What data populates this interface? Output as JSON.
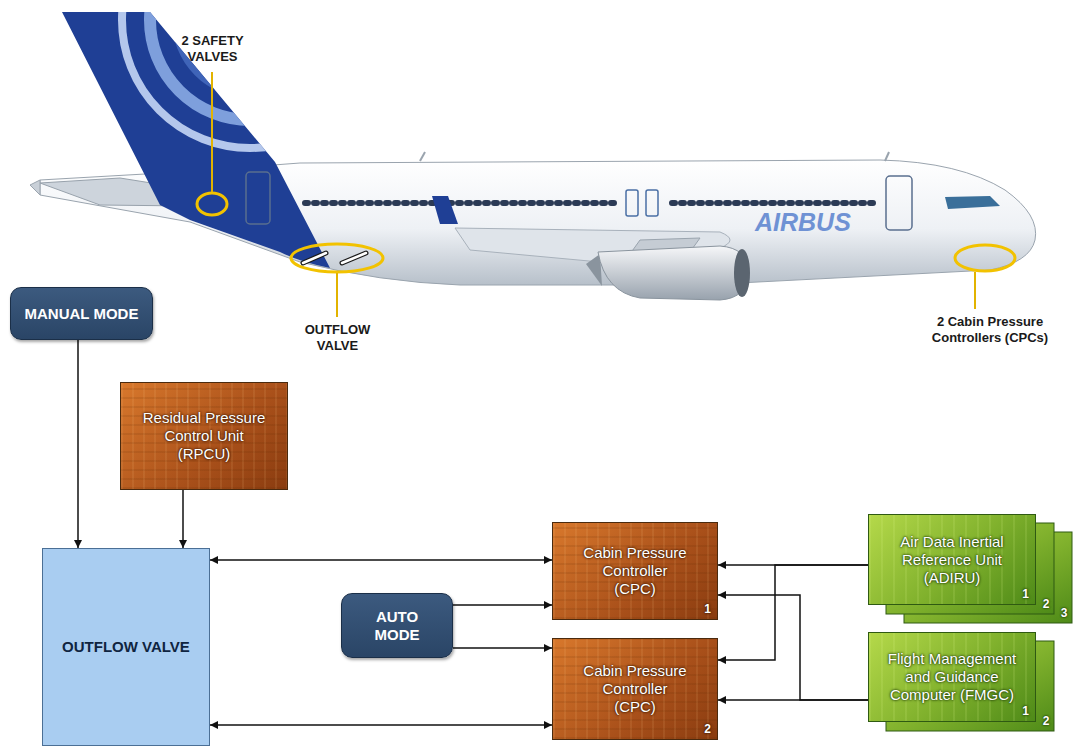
{
  "diagram": {
    "nodes": [
      {
        "text": [
          "MANUAL MODE"
        ]
      },
      {
        "text": [
          "Residual Pressure Control Unit (RPCU)"
        ]
      },
      {
        "text": [
          "OUTFLOW VALVE"
        ]
      },
      {
        "text": [
          "AUTO MODE"
        ]
      },
      {
        "text": [
          "Cabin Pressure Controller (CPC)",
          "1"
        ]
      },
      {
        "text": [
          "Cabin Pressure Controller (CPC)",
          "2"
        ]
      },
      {
        "text": [
          "Air Data Inertial Reference Unit (ADIRU)",
          "1"
        ]
      },
      {
        "text": [
          "Flight Management and Guidance Computer (FMGC)",
          "1"
        ]
      }
    ],
    "edges": [
      {
        "from": 0,
        "to": 2,
        "arrow": "to"
      },
      {
        "from": 1,
        "to": 2,
        "arrow": "to"
      },
      {
        "from": 2,
        "to": 4,
        "arrow": "both"
      },
      {
        "from": 2,
        "to": 5,
        "arrow": "both"
      },
      {
        "from": 3,
        "to": 4,
        "arrow": "to"
      },
      {
        "from": 3,
        "to": 5,
        "arrow": "to"
      },
      {
        "from": 6,
        "to": 4,
        "arrow": "to"
      },
      {
        "from": 6,
        "to": 5,
        "arrow": "to"
      },
      {
        "from": 7,
        "to": 4,
        "arrow": "to"
      },
      {
        "from": 7,
        "to": 5,
        "arrow": "to"
      }
    ],
    "labels": [
      "2 SAFETY VALVES",
      "AIRBUS",
      "OUTFLOW VALVE",
      "2 Cabin Pressure Controllers (CPCs)",
      "2",
      "3",
      "2"
    ]
  }
}
